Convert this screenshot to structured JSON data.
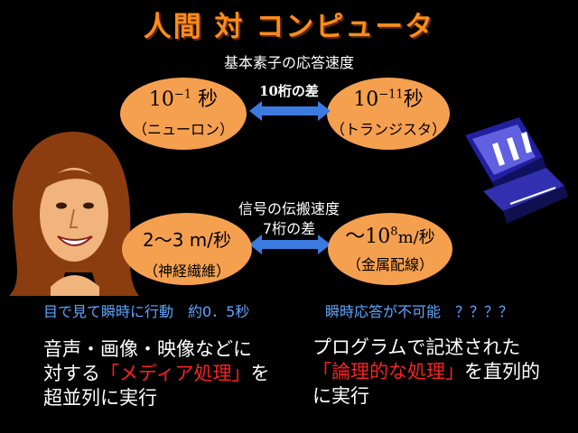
{
  "title": "人間 対 コンピュータ",
  "response_header": "基本素子の応答速度",
  "response_diff": "10桁の差",
  "neuron": {
    "base": "10",
    "exp": "−1",
    "unit": "秒",
    "label": "（ニューロン）"
  },
  "transistor": {
    "base": "10",
    "exp": "−11",
    "unit": "秒",
    "label": "（トランジスタ）"
  },
  "signal_header": "信号の伝搬速度",
  "signal_diff": "7桁の差",
  "nerve": {
    "value": "2～3 m/秒",
    "label": "（神経繊維）"
  },
  "wire": {
    "prefix": "～10",
    "exp": "8",
    "unit": "m/秒",
    "label": "（金属配線）"
  },
  "left_note": "目で見て瞬時に行動　約0．5秒",
  "right_note": "瞬時応答が不可能　？？？？",
  "human_text": {
    "line1": "音声・画像・映像などに",
    "line2_pre": "対する",
    "line2_red": "「メディア処理」",
    "line2_post": "を",
    "line3": "超並列に実行"
  },
  "computer_text": {
    "line1": "プログラムで記述された",
    "line2_red": "「論理的な処理」",
    "line2_post": "を直列的",
    "line3": "に実行"
  },
  "colors": {
    "title": "#ff8c1a",
    "oval": "#f5a04f",
    "arrow": "#3b7be0",
    "note": "#5fa6ff",
    "highlight": "#ff2020"
  }
}
